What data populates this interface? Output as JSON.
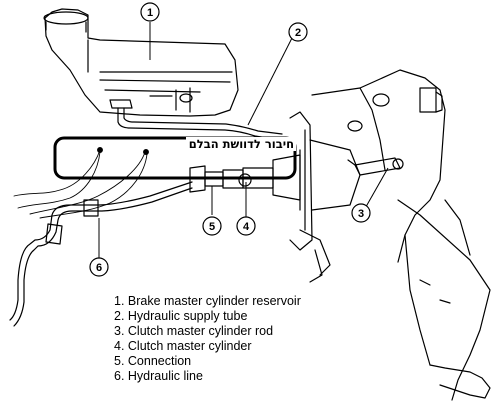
{
  "callouts": [
    "1",
    "2",
    "3",
    "4",
    "5",
    "6"
  ],
  "annotation": {
    "hebrew_text": "חיבור לדוושת הבלם"
  },
  "legend": {
    "items": [
      "1. Brake master cylinder reservoir",
      "2. Hydraulic supply tube",
      "3. Clutch master cylinder rod",
      "4. Clutch master cylinder",
      "5. Connection",
      "6. Hydraulic line"
    ]
  },
  "colors": {
    "line": "#000000",
    "background": "#ffffff"
  }
}
